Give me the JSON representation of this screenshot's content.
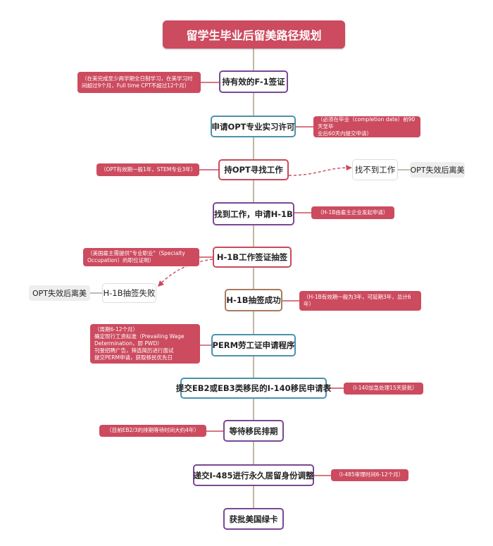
{
  "title": "留学生毕业后留美路径规划",
  "steps": {
    "f1": "持有效的F-1签证",
    "opt_apply": "申请OPT专业实习许可",
    "opt_search": "持OPT寻找工作",
    "find_job": "找到工作，申请H-1B",
    "lottery": "H-1B工作签证抽签",
    "lottery_success": "H-1B抽签成功",
    "perm": "PERM劳工证申请程序",
    "i140": "提交EB2或EB3类移民的I-140移民申请表",
    "wait": "等待移民排期",
    "i485": "递交I-485进行永久居留身份调整",
    "green_card": "获批美国绿卡"
  },
  "branches": {
    "no_job": "找不到工作",
    "no_job_result": "OPT失效后离美",
    "lottery_fail": "H-1B抽签失败",
    "lottery_fail_result": "OPT失效后离美"
  },
  "notes": {
    "f1": [
      "（在美完成至少两学期全日制学习，在美学习时",
      "间超过9个月，Full time CPT不超过12个月）"
    ],
    "opt_apply": [
      "（必须在毕业（completion date）前90天至毕",
      "业后60天内提交申请）"
    ],
    "opt_search": [
      "（OPT有效期一般1年，STEM专业3年）"
    ],
    "find_job": [
      "（H-1B由雇主企业发起申请）"
    ],
    "lottery": [
      "（美国雇主需提供\"专业职业\"（Specialty",
      "Occupation）的职位证明）"
    ],
    "lottery_success": [
      "（H-1B有效期一般为3年，可延期3年，总计6",
      "年）"
    ],
    "perm": [
      "（周期6-12个月）",
      "确定现行工资标准（Prevailing Wage",
      "Determination，即 PWD）",
      "刊登招聘广告，筛选简历进行面试",
      "提交PERM申请，获取移民优先日"
    ],
    "i140": [
      "（I-140加急处理15天获批）"
    ],
    "wait": [
      "（目前EB2/3的排期等待时间大约4年）"
    ],
    "i485": [
      "（I-485审理时间6-12个月）"
    ]
  },
  "colors": {
    "title_bg": "#cc4b5f",
    "note_bg": "#cc4b5f",
    "purple": "#7a4894",
    "teal": "#4b92ad",
    "red": "#c94a5a",
    "brown": "#a87a5e",
    "connector": "#b2a58c"
  }
}
